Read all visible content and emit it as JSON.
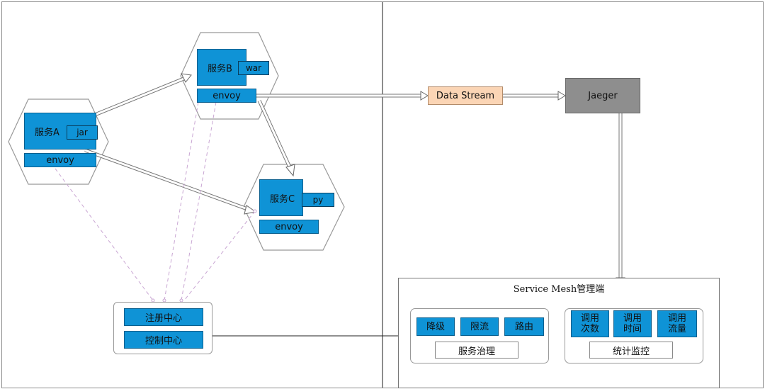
{
  "services": {
    "a": {
      "name": "服务A",
      "lang": "jar",
      "proxy": "envoy"
    },
    "b": {
      "name": "服务B",
      "lang": "war",
      "proxy": "envoy"
    },
    "c": {
      "name": "服务C",
      "lang": "py",
      "proxy": "envoy"
    }
  },
  "control": {
    "registry": "注册中心",
    "controller": "控制中心"
  },
  "pipeline": {
    "stream": "Data Stream",
    "tracer": "Jaeger"
  },
  "mesh": {
    "title": "Service Mesh管理端",
    "governance": {
      "items": [
        "降级",
        "限流",
        "路由"
      ],
      "label": "服务治理"
    },
    "monitoring": {
      "items": [
        "调用\n次数",
        "调用\n时间",
        "调用\n流量"
      ],
      "label": "统计监控"
    }
  },
  "colors": {
    "service_blue": "#0f93d6",
    "stream_fill": "#fbd5b5",
    "jaeger_fill": "#8e8e8e",
    "dashed_link": "#c9a6d3"
  }
}
